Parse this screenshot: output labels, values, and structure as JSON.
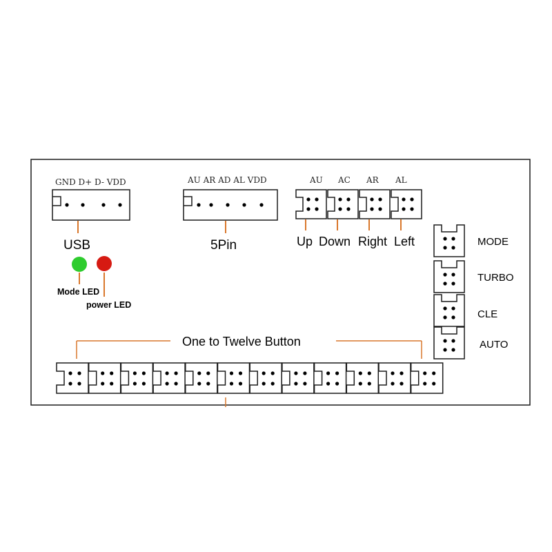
{
  "usb": {
    "pins": "GND D+ D- VDD",
    "label": "USB"
  },
  "five_pin": {
    "pins": "AU AR AD AL VDD",
    "label": "5Pin"
  },
  "direction_connectors": [
    {
      "code": "AU",
      "label": "Up"
    },
    {
      "code": "AC",
      "label": "Down"
    },
    {
      "code": "AR",
      "label": "Right"
    },
    {
      "code": "AL",
      "label": "Left"
    }
  ],
  "leds": {
    "mode": {
      "label": "Mode LED",
      "color": "#2ecc2e"
    },
    "power": {
      "label": "power LED",
      "color": "#d61a12"
    }
  },
  "function_connectors": [
    {
      "label": "MODE"
    },
    {
      "label": "TURBO"
    },
    {
      "label": "CLE"
    },
    {
      "label": "AUTO"
    }
  ],
  "buttons": {
    "label": "One to Twelve Button",
    "count": 12
  },
  "colors": {
    "outline": "#1a1a1a",
    "leader": "#d9772b",
    "pin": "#000000"
  }
}
